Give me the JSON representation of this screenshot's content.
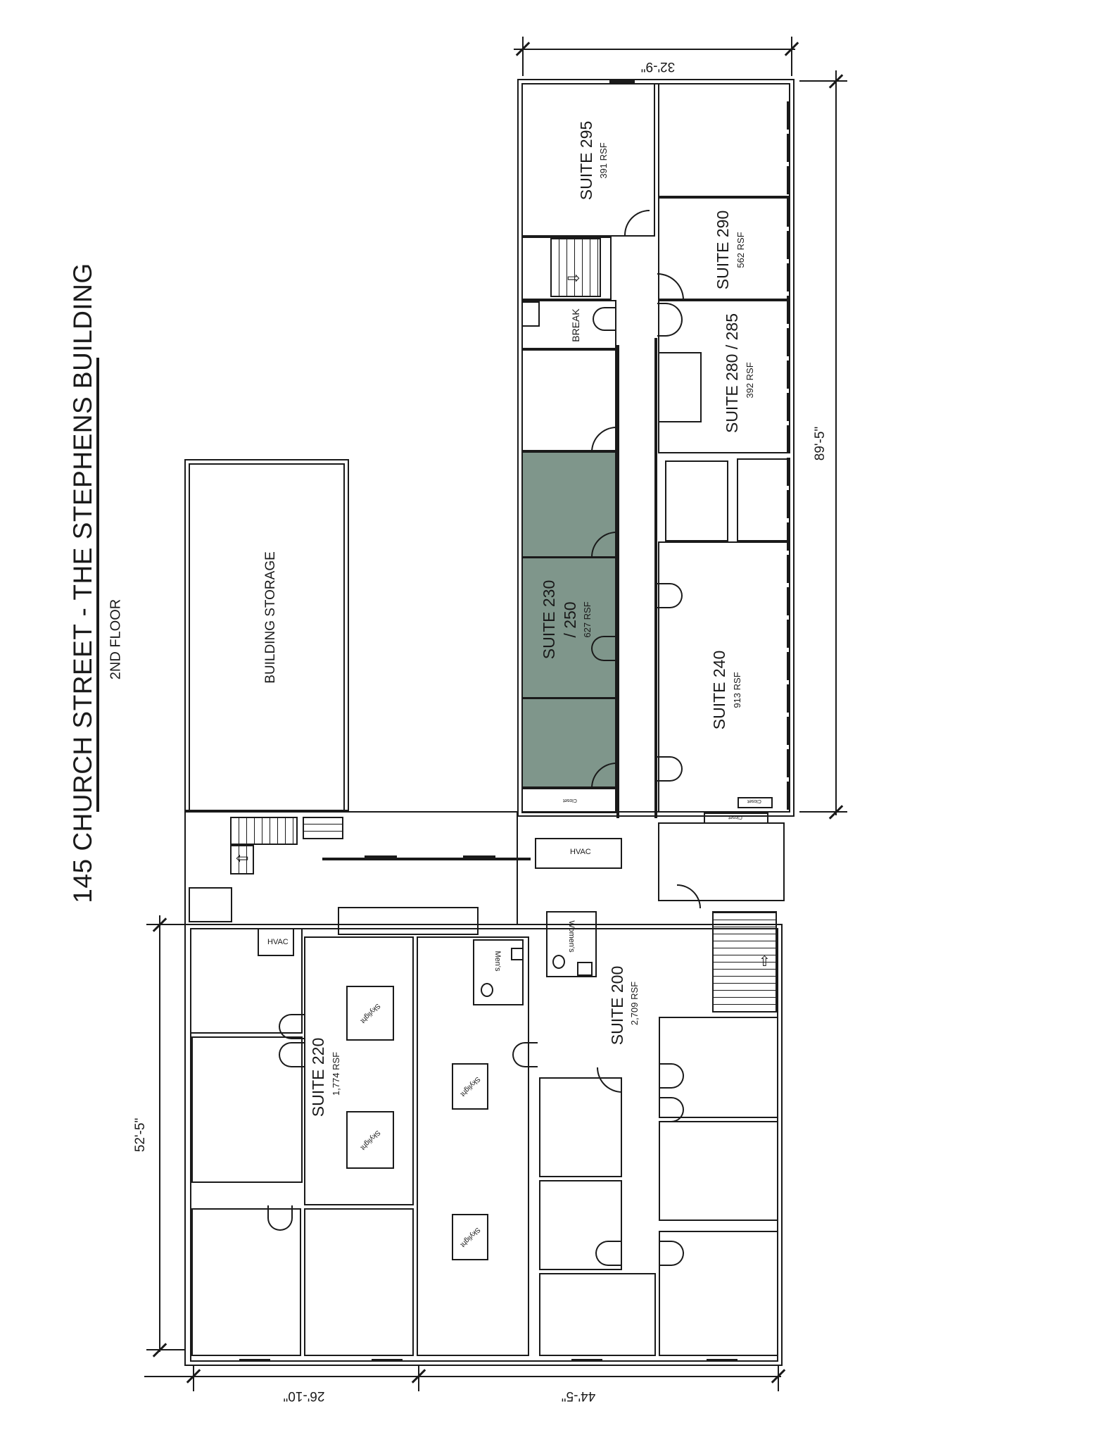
{
  "plan": {
    "title": "145 CHURCH STREET - THE STEPHENS BUILDING",
    "subtitle": "2ND FLOOR",
    "highlight_color": "#7f968b"
  },
  "dimensions": {
    "top_width": "32'-9\"",
    "right_length": "89'-5\"",
    "left_length": "52'-5\"",
    "bottom_left": "26'-10\"",
    "bottom_right": "44'-5\""
  },
  "suites": [
    {
      "id": "295",
      "name": "SUITE 295",
      "rsf": "391 RSF",
      "highlighted": false
    },
    {
      "id": "290",
      "name": "SUITE 290",
      "rsf": "562 RSF",
      "highlighted": false
    },
    {
      "id": "280-285",
      "name": "SUITE 280 / 285",
      "rsf": "392 RSF",
      "highlighted": false
    },
    {
      "id": "230-250",
      "name_line1": "SUITE 230",
      "name_line2": "/ 250",
      "rsf": "627 RSF",
      "highlighted": true
    },
    {
      "id": "240",
      "name": "SUITE 240",
      "rsf": "913 RSF",
      "highlighted": false
    },
    {
      "id": "220",
      "name": "SUITE 220",
      "rsf": "1,774 RSF",
      "highlighted": false
    },
    {
      "id": "200",
      "name": "SUITE 200",
      "rsf": "2,709 RSF",
      "highlighted": false
    }
  ],
  "rooms": {
    "building_storage": "BUILDING STORAGE",
    "break": "BREAK",
    "hvac_center": "HVAC",
    "hvac_left": "HVAC",
    "mens": "Men's",
    "womens": "Women's",
    "skylight": "Skylight",
    "closet_230": "Closet",
    "closet_240a": "Closet",
    "closet_240b": "Closet"
  }
}
